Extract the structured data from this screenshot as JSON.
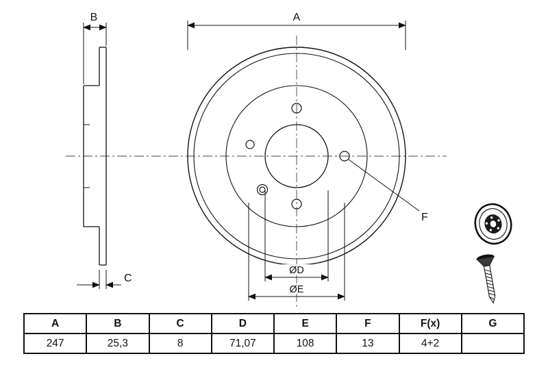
{
  "drawing": {
    "dim_labels": {
      "A": "A",
      "B": "B",
      "C": "C",
      "F": "F",
      "D": "ØD",
      "E": "ØE"
    },
    "line_color": "#111111",
    "background": "#ffffff",
    "icons": [
      "brake-disc-3d-icon",
      "countersunk-screw-icon"
    ]
  },
  "table": {
    "headers": [
      "A",
      "B",
      "C",
      "D",
      "E",
      "F",
      "F(x)",
      "G"
    ],
    "values": [
      "247",
      "25,3",
      "8",
      "71,07",
      "108",
      "13",
      "4+2",
      ""
    ]
  }
}
